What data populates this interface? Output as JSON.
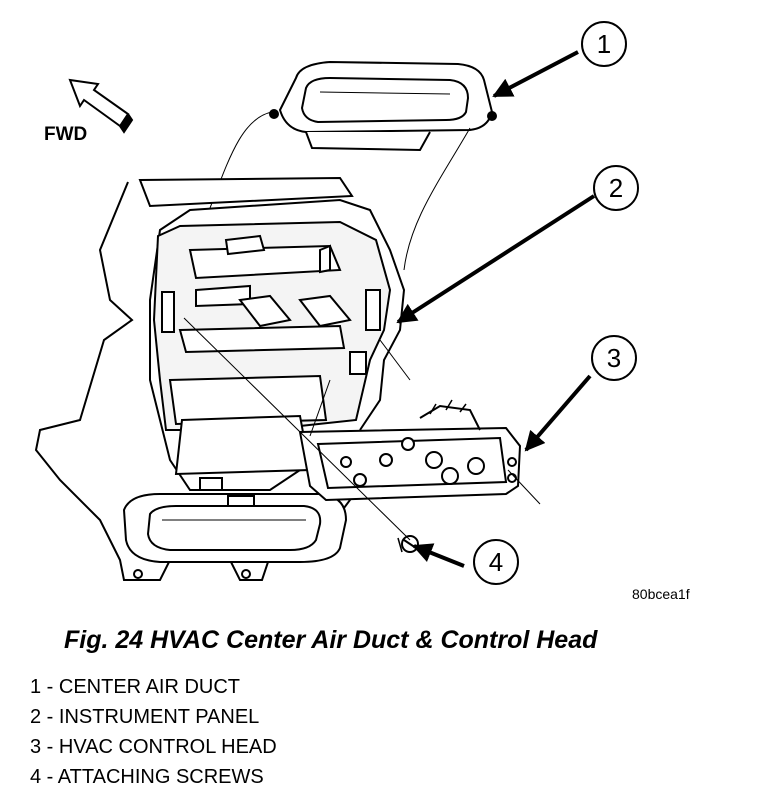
{
  "direction_label": "FWD",
  "drawing_code": "80bcea1f",
  "figure_caption": "Fig. 24 HVAC Center Air Duct & Control Head",
  "callouts": [
    {
      "number": "1"
    },
    {
      "number": "2"
    },
    {
      "number": "3"
    },
    {
      "number": "4"
    }
  ],
  "legend": [
    "1 - CENTER AIR DUCT",
    "2 - INSTRUMENT PANEL",
    "3 - HVAC CONTROL HEAD",
    "4 - ATTACHING SCREWS"
  ]
}
